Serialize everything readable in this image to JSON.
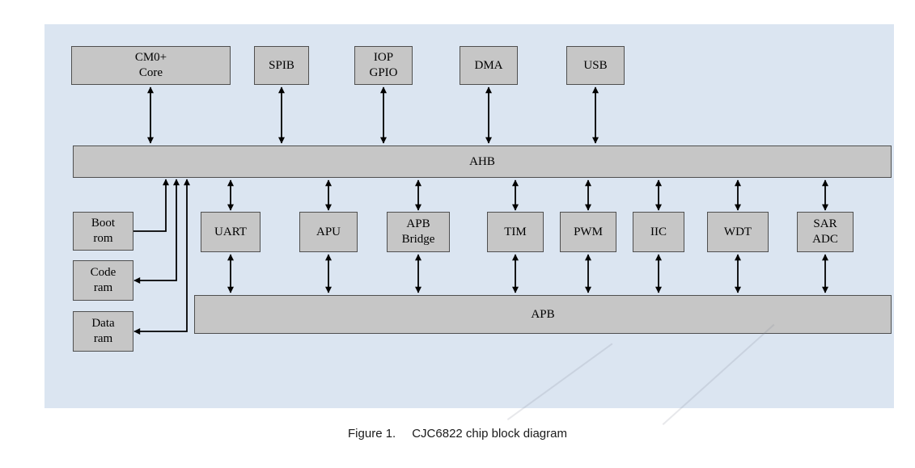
{
  "caption": {
    "figure_label": "Figure 1.",
    "text": "CJC6822 chip block diagram"
  },
  "buses": {
    "ahb": "AHB",
    "apb": "APB"
  },
  "blocks": {
    "cm0_core": "CM0+\nCore",
    "spib": "SPIB",
    "iop_gpio": "IOP\nGPIO",
    "dma": "DMA",
    "usb": "USB",
    "boot_rom": "Boot\nrom",
    "code_ram": "Code\nram",
    "data_ram": "Data\nram",
    "uart": "UART",
    "apu": "APU",
    "apb_bridge": "APB\nBridge",
    "tim": "TIM",
    "pwm": "PWM",
    "iic": "IIC",
    "wdt": "WDT",
    "sar_adc": "SAR\nADC"
  },
  "colors": {
    "panel_background": "#dbe5f1",
    "block_fill": "#c6c6c6",
    "block_border": "#4f4f4f",
    "arrow": "#000000"
  }
}
